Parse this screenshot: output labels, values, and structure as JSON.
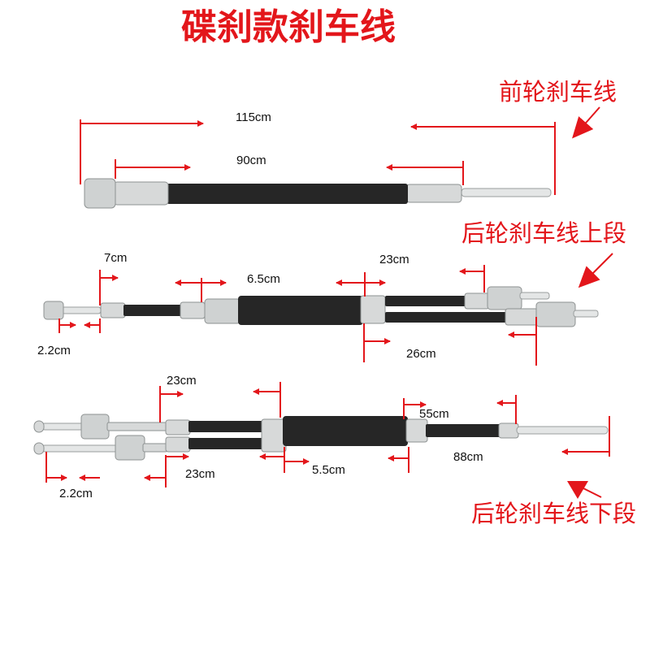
{
  "title": "碟刹款刹车线",
  "sections": {
    "front": {
      "label": "前轮刹车线"
    },
    "rear_upper": {
      "label": "后轮刹车线上段"
    },
    "rear_lower": {
      "label": "后轮刹车线下段"
    }
  },
  "dimensions": {
    "front_total": "115cm",
    "front_housing": "90cm",
    "upper_7": "7cm",
    "upper_65": "6.5cm",
    "upper_23": "23cm",
    "upper_22": "2.2cm",
    "upper_26": "26cm",
    "lower_23_top": "23cm",
    "lower_23_bottom": "23cm",
    "lower_55": "55cm",
    "lower_88": "88cm",
    "lower_55_small": "5.5cm",
    "lower_22": "2.2cm"
  },
  "colors": {
    "accent": "#e3161b",
    "housing": "#262626",
    "metal": "#cfd2d2",
    "metal_edge": "#8e9292",
    "text": "#111111"
  }
}
